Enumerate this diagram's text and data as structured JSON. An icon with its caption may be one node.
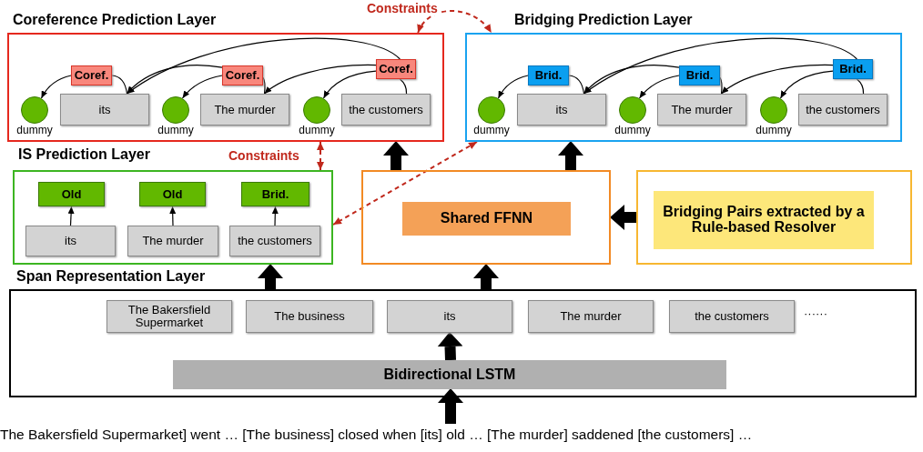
{
  "diagram": {
    "nodes": [
      {
        "text": [
          "Coreference Prediction Layer"
        ]
      },
      {
        "text": [
          "Coref."
        ],
        "in": 0
      },
      {
        "text": [
          "Coref."
        ],
        "in": 0
      },
      {
        "text": [
          "Coref."
        ],
        "in": 0
      },
      {
        "text": [],
        "shape": "circle",
        "beside": [
          "dummy"
        ],
        "in": 0
      },
      {
        "text": [
          "its"
        ],
        "in": 0
      },
      {
        "text": [],
        "shape": "circle",
        "beside": [
          "dummy"
        ],
        "in": 0
      },
      {
        "text": [
          "The murder"
        ],
        "in": 0
      },
      {
        "text": [],
        "shape": "circle",
        "beside": [
          "dummy"
        ],
        "in": 0
      },
      {
        "text": [
          "the customers"
        ],
        "in": 0
      },
      {
        "text": [
          "Bridging Prediction Layer"
        ]
      },
      {
        "text": [
          "Brid."
        ],
        "in": 10
      },
      {
        "text": [
          "Brid."
        ],
        "in": 10
      },
      {
        "text": [
          "Brid."
        ],
        "in": 10
      },
      {
        "text": [],
        "shape": "circle",
        "beside": [
          "dummy"
        ],
        "in": 10
      },
      {
        "text": [
          "its"
        ],
        "in": 10
      },
      {
        "text": [],
        "shape": "circle",
        "beside": [
          "dummy"
        ],
        "in": 10
      },
      {
        "text": [
          "The murder"
        ],
        "in": 10
      },
      {
        "text": [],
        "shape": "circle",
        "beside": [
          "dummy"
        ],
        "in": 10
      },
      {
        "text": [
          "the customers"
        ],
        "in": 10
      },
      {
        "text": [
          "IS Prediction Layer"
        ]
      },
      {
        "text": [
          "Old"
        ],
        "in": 20
      },
      {
        "text": [
          "Old"
        ],
        "in": 20
      },
      {
        "text": [
          "Brid."
        ],
        "in": 20
      },
      {
        "text": [
          "its"
        ],
        "in": 20
      },
      {
        "text": [
          "The murder"
        ],
        "in": 20
      },
      {
        "text": [
          "the customers"
        ],
        "in": 20
      },
      {
        "text": [],
        "shape": "box"
      },
      {
        "text": [
          "Shared FFNN"
        ],
        "in": 27
      },
      {
        "text": [],
        "shape": "box"
      },
      {
        "text": [
          "Bridging Pairs extracted by a Rule-based Resolver"
        ],
        "in": 29
      },
      {
        "text": [
          "Span Representation Layer"
        ]
      },
      {
        "text": [
          "The Bakersfield Supermarket"
        ],
        "in": 31
      },
      {
        "text": [
          "The business"
        ],
        "in": 31
      },
      {
        "text": [
          "its"
        ],
        "in": 31
      },
      {
        "text": [
          "The murder"
        ],
        "in": 31
      },
      {
        "text": [
          "the customers"
        ],
        "in": 31
      },
      {
        "text": [
          "Bidirectional LSTM"
        ],
        "in": 31
      },
      {
        "text": [
          "The Bakersfield Supermarket] went … [The business] closed when [its] old … [The murder] saddened [the customers] …"
        ]
      }
    ],
    "edges": [
      {
        "from": 5,
        "to": 1,
        "arrow": "none"
      },
      {
        "from": 1,
        "to": 4,
        "arrow": "to"
      },
      {
        "from": 7,
        "to": 2,
        "arrow": "none"
      },
      {
        "from": 2,
        "to": 6,
        "arrow": "to"
      },
      {
        "from": 2,
        "to": 5,
        "arrow": "to"
      },
      {
        "from": 9,
        "to": 3,
        "arrow": "none"
      },
      {
        "from": 3,
        "to": 8,
        "arrow": "to"
      },
      {
        "from": 3,
        "to": 7,
        "arrow": "to"
      },
      {
        "from": 3,
        "to": 5,
        "arrow": "to"
      },
      {
        "from": 15,
        "to": 11,
        "arrow": "none"
      },
      {
        "from": 11,
        "to": 14,
        "arrow": "to"
      },
      {
        "from": 17,
        "to": 12,
        "arrow": "none"
      },
      {
        "from": 12,
        "to": 16,
        "arrow": "to"
      },
      {
        "from": 12,
        "to": 15,
        "arrow": "to"
      },
      {
        "from": 19,
        "to": 13,
        "arrow": "none"
      },
      {
        "from": 13,
        "to": 18,
        "arrow": "to"
      },
      {
        "from": 13,
        "to": 17,
        "arrow": "to"
      },
      {
        "from": 13,
        "to": 15,
        "arrow": "to"
      },
      {
        "from": 24,
        "to": 21,
        "arrow": "to"
      },
      {
        "from": 25,
        "to": 22,
        "arrow": "to"
      },
      {
        "from": 26,
        "to": 23,
        "arrow": "to"
      },
      {
        "from": 38,
        "to": 37,
        "arrow": "to",
        "style": "thick"
      },
      {
        "from": 37,
        "to": 34,
        "arrow": "to",
        "style": "thick"
      },
      {
        "from": 31,
        "to": 20,
        "arrow": "to",
        "style": "thick"
      },
      {
        "from": 31,
        "to": 27,
        "arrow": "to",
        "style": "thick"
      },
      {
        "from": 27,
        "to": 0,
        "arrow": "to",
        "style": "thick"
      },
      {
        "from": 27,
        "to": 10,
        "arrow": "to",
        "style": "thick"
      },
      {
        "from": 29,
        "to": 27,
        "arrow": "to",
        "style": "thick"
      },
      {
        "from": 0,
        "to": 10,
        "arrow": "both",
        "style": "dashed",
        "color": "#c0281c",
        "label": "Constraints"
      },
      {
        "from": 0,
        "to": 20,
        "arrow": "both",
        "style": "dashed",
        "color": "#c0281c",
        "label": "Constraints"
      },
      {
        "from": 10,
        "to": 20,
        "arrow": "both",
        "style": "dashed",
        "color": "#c0281c"
      }
    ],
    "labels": [
      "······"
    ]
  }
}
